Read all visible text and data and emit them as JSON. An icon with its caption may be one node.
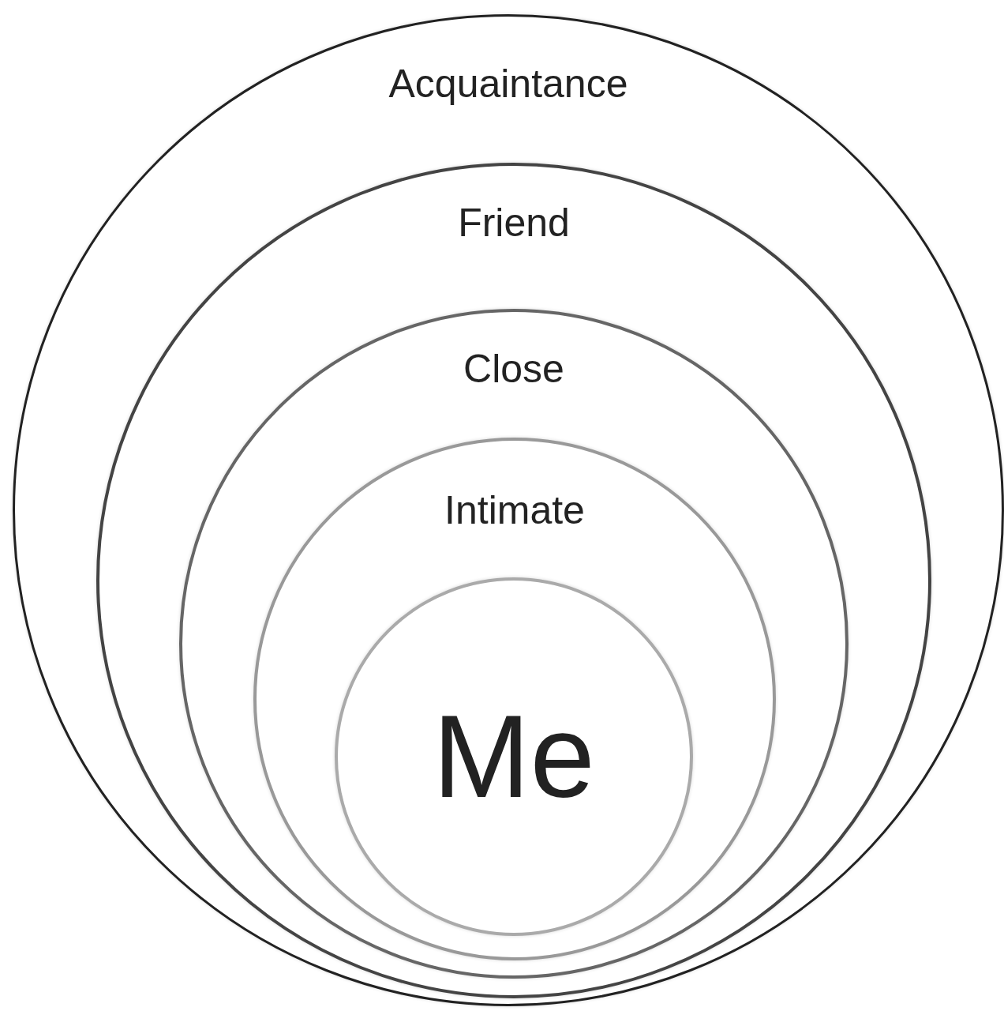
{
  "diagram": {
    "nodes": [
      {
        "text": [
          "Acquaintance"
        ]
      },
      {
        "text": [
          "Friend"
        ],
        "in": 0
      },
      {
        "text": [
          "Close"
        ],
        "in": 1
      },
      {
        "text": [
          "Intimate"
        ],
        "in": 2
      },
      {
        "text": [
          "Me"
        ],
        "in": 3
      }
    ]
  }
}
